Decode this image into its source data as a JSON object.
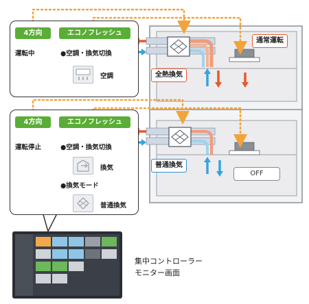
{
  "callout_top": {
    "direction": "4方向",
    "eco": "エコノフレッシュ",
    "status": "運転中",
    "switch_label": "●空調・換気切換",
    "mode": "空調"
  },
  "callout_bottom": {
    "direction": "4方向",
    "eco": "エコノフレッシュ",
    "status": "運転停止",
    "switch_label": "●空調・換気切換",
    "mode": "換気",
    "vent_mode_label": "●換気モード",
    "vent_mode": "普通換気"
  },
  "room_top": {
    "exchanger_label": "全熱換気",
    "unit_label": "通常運転"
  },
  "room_bottom": {
    "exchanger_label": "普通換気",
    "unit_label": "OFF"
  },
  "caption": {
    "line1": "集中コントローラー",
    "line2": "モニター画面"
  },
  "colors": {
    "green": "#5aad36",
    "orange_dash": "#f2a33a",
    "orange_arrow": "#e9572b",
    "blue_arrow": "#35a3dd",
    "tag_orange": "#e9572b",
    "tag_blue": "#2d8fd0"
  }
}
